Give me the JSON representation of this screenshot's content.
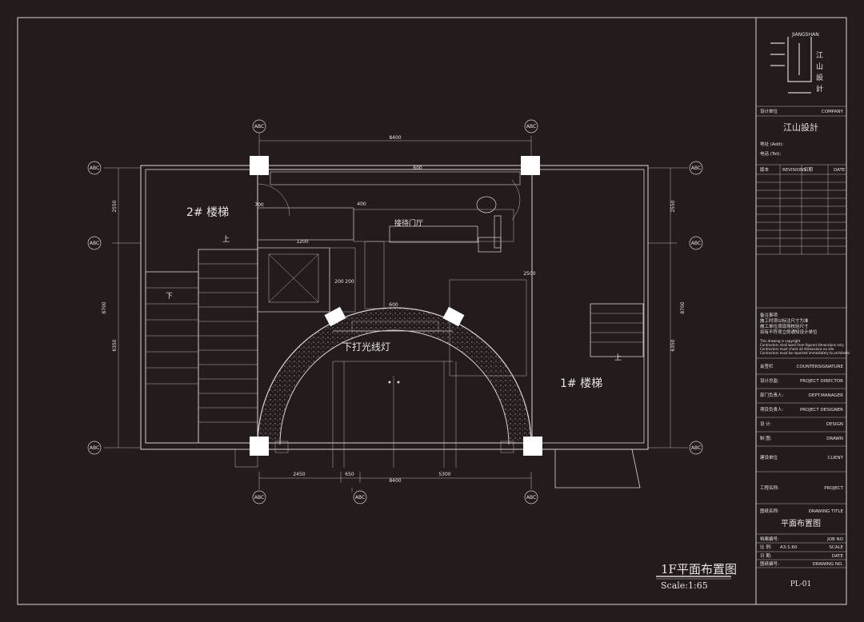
{
  "drawing": {
    "main_title": "1F平面布置图",
    "scale": "Scale:1:65",
    "grid_label": "ABC",
    "rooms": {
      "stair_2": "2# 楼梯",
      "stair_1": "1# 楼梯",
      "reception": "接待门厅",
      "light_note": "下打光线灯",
      "up": "上",
      "down": "下"
    },
    "dims": {
      "top_total": "8400",
      "bottom_total": "8400",
      "bottom_1": "2450",
      "bottom_2": "650",
      "bottom_3": "5300",
      "left_total": "8700",
      "left_1": "2550",
      "left_2": "6350",
      "right_total": "8700",
      "right_1": "2550",
      "right_2": "6350",
      "inner_600a": "600",
      "inner_600b": "600",
      "inner_400": "400",
      "inner_200a": "200",
      "inner_200b": "200",
      "inner_700": "700",
      "inner_1200": "1200",
      "inner_2500": "2500"
    }
  },
  "titleblock": {
    "logo_en": "JIANGSHAN",
    "logo_cn": [
      "江",
      "山",
      "設",
      "計"
    ],
    "company_label": "设计单位",
    "company_en": "COMPANY",
    "company_name": "江山設計",
    "address": "地址 (Add):",
    "phone": "电话 (Tel):",
    "rev_col1": "版本",
    "rev_col2": "REVISIONS",
    "rev_col3": "日期",
    "rev_col4": "DATE",
    "notes_cn": [
      "备注事项",
      "施工时须以标注尺寸为准",
      "施工单位须现场核验尺寸",
      "如有不符须立即通知设计单位"
    ],
    "notes_en": [
      "This drawing is copyright",
      "Contractors shall work from figured dimensions only",
      "Contractors must check all dimensions on site",
      "Contractors must be reported immediately to architects"
    ],
    "sign_rows": [
      {
        "cn": "会签栏",
        "en": "COUNTERSIGNATURE"
      },
      {
        "cn": "设计总监:",
        "en": "PROJECT   DIRECTOR"
      },
      {
        "cn": "部门负责人:",
        "en": "DEPT.MANAGER"
      },
      {
        "cn": "项目负责人:",
        "en": "PROJECT   DESIGNER"
      },
      {
        "cn": "设    计:",
        "en": "DESIGN"
      },
      {
        "cn": "制    图:",
        "en": "DRAWN"
      }
    ],
    "client_cn": "建设单位",
    "client_en": "CLIENT",
    "project_cn": "工程名称:",
    "project_en": "PROJECT",
    "drawing_title_cn": "图纸名称:",
    "drawing_title_en": "DRAWING   TITLE",
    "drawing_title_value": "平面布置图",
    "job_cn": "档案编号:",
    "job_en": "JOB   NO",
    "scale_cn": "比    例:",
    "scale_value": "A3:1:60",
    "scale_en": "SCALE",
    "date_cn": "日    期:",
    "date_en": "DATE",
    "drawing_no_cn": "图纸编号:",
    "drawing_no_en": "DRAWING   NO.",
    "drawing_no_value": "PL-01"
  },
  "colors": {
    "background": "#231b1c",
    "line": "#d9d4d4"
  }
}
